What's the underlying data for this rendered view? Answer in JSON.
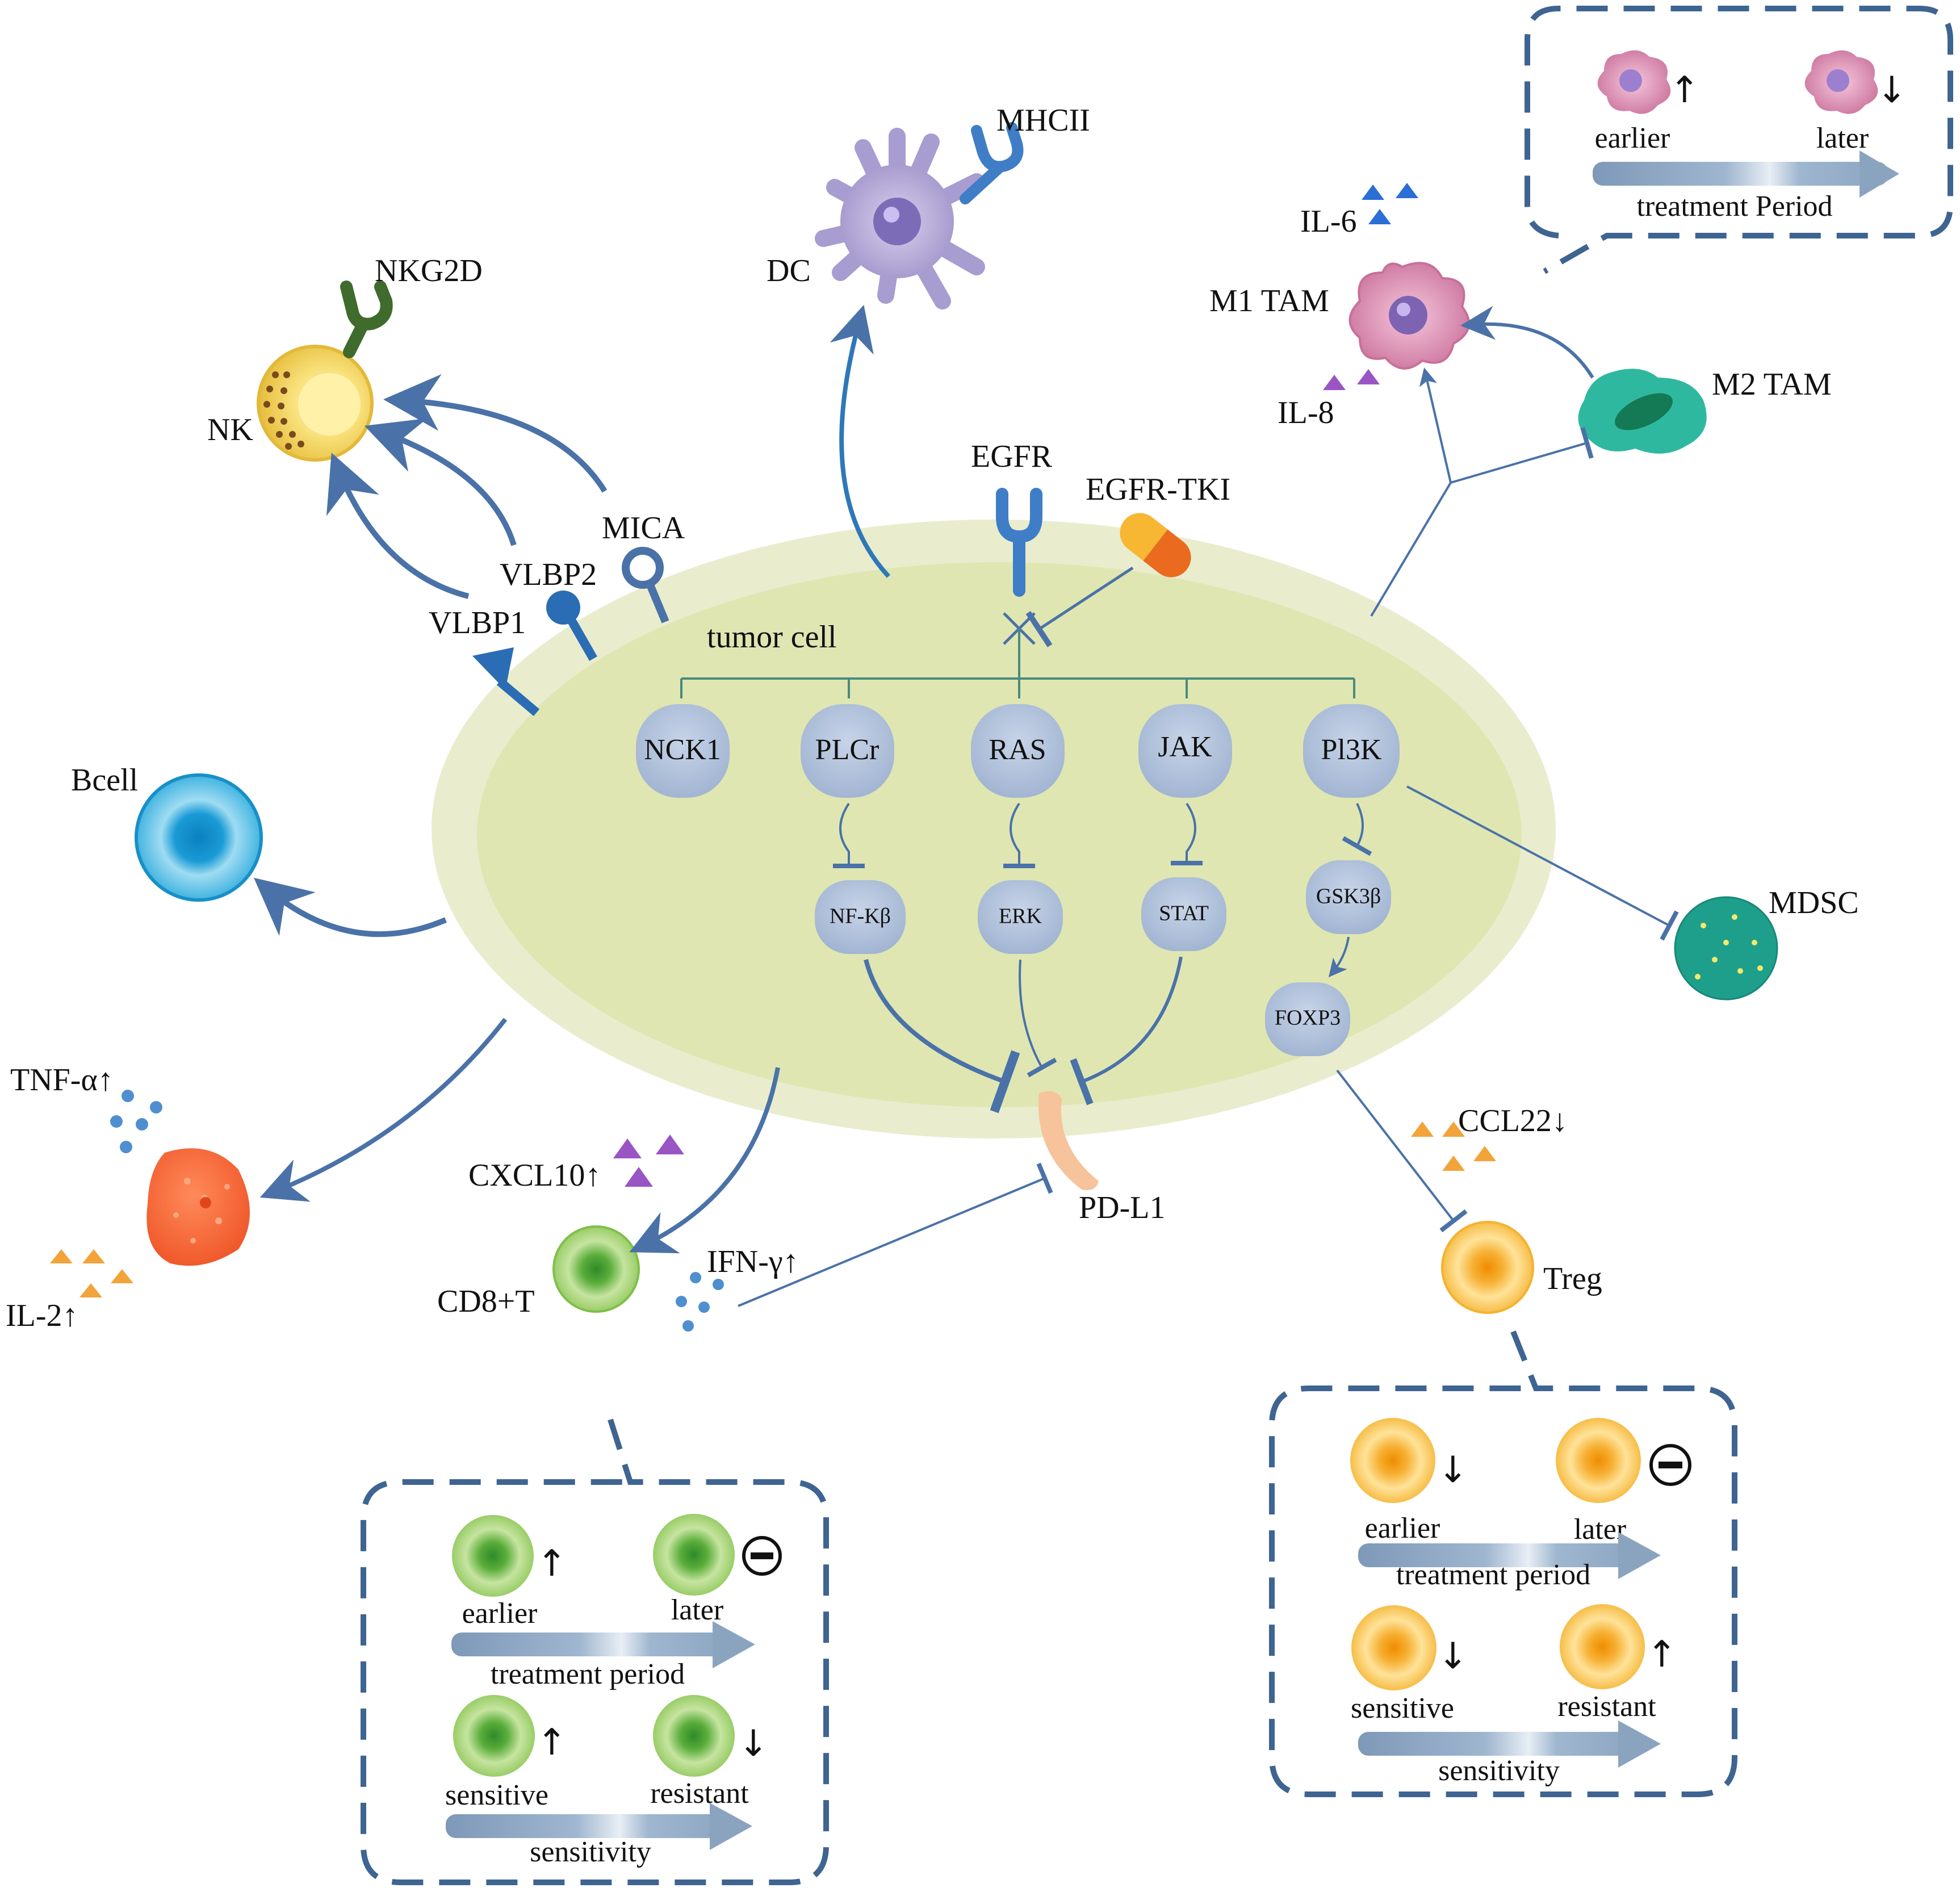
{
  "colors": {
    "tumor_outer": "#e9edce",
    "tumor_inner": "#dfe6b2",
    "signal_node": "#b3c3dc",
    "arrow_blue": "#4a72a8",
    "dashed_box": "#3e6491",
    "nk_yellow": "#f3d46c",
    "bcell_blue": "#2aa9dc",
    "dc_purple": "#b3a9d6",
    "m1_pink": "#d98bb0",
    "m2_teal": "#2fb8a0",
    "mdsc_teal": "#1d9f8c",
    "treg_orange": "#f4b230",
    "cd8_green": "#7fbf48",
    "cytotoxic_red": "#f36a3a",
    "pdl1_peach": "#f7c39a",
    "tki_orange": "#f5a623"
  },
  "tumor": {
    "label": "tumor cell"
  },
  "receptors": {
    "egfr": "EGFR",
    "egfr_tki": "EGFR-TKI",
    "mica": "MICA",
    "vlbp2": "VLBP2",
    "vlbp1": "VLBP1",
    "nkg2d": "NKG2D",
    "mhcii": "MHCII",
    "pdl1": "PD-L1"
  },
  "signaling": {
    "top_row": [
      "NCK1",
      "PLCr",
      "RAS",
      "JAK",
      "Pl3K"
    ],
    "nfkb": "NF-Kβ",
    "erk": "ERK",
    "stat": "STAT",
    "gsk3b": "GSK3β",
    "foxp3": "FOXP3"
  },
  "cells": {
    "nk": "NK",
    "dc": "DC",
    "bcell": "Bcell",
    "m1": "M1 TAM",
    "m2": "M2 TAM",
    "mdsc": "MDSC",
    "treg": "Treg",
    "cd8": "CD8+T"
  },
  "cytokines": {
    "il6": "IL-6",
    "il8": "IL-8",
    "tnf": "TNF-α↑",
    "il2": "IL-2↑",
    "cxcl10": "CXCL10↑",
    "ifng": "IFN-γ↑",
    "ccl22": "CCL22↓"
  },
  "tam_box": {
    "earlier": "earlier",
    "later": "later",
    "period": "treatment Period",
    "earlier_arrow": "↑",
    "later_arrow": "↓"
  },
  "cd8_box": {
    "earlier": "earlier",
    "later": "later",
    "period": "treatment period",
    "sensitive": "sensitive",
    "resistant": "resistant",
    "sensitivity": "sensitivity",
    "earlier_arrow": "↑",
    "sensitive_arrow": "↑",
    "resistant_arrow": "↓"
  },
  "treg_box": {
    "earlier": "earlier",
    "later": "later",
    "period": "treatment period",
    "sensitive": "sensitive",
    "resistant": "resistant",
    "sensitivity": "sensitivity",
    "earlier_arrow": "↓",
    "sensitive_arrow": "↓",
    "resistant_arrow": "↑"
  }
}
